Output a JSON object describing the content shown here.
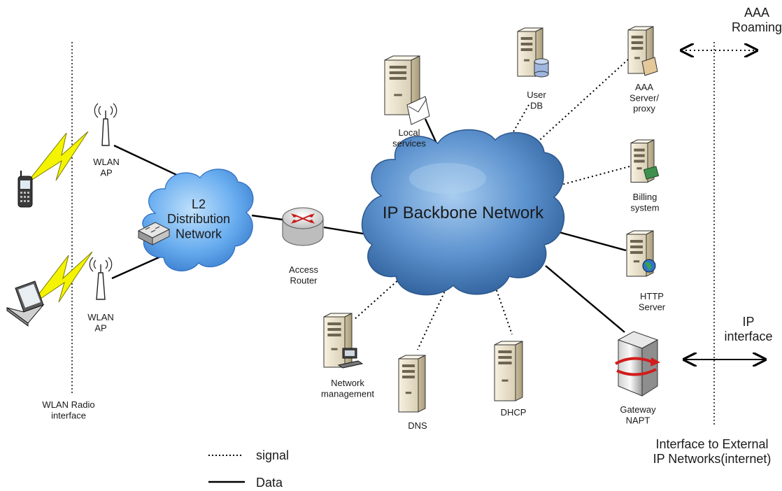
{
  "nodes": {
    "wlan_ap_top": "WLAN\nAP",
    "wlan_ap_bottom": "WLAN\nAP",
    "l2_network": "L2\nDistribution\nNetwork",
    "access_router": "Access\nRouter",
    "ip_backbone": "IP Backbone Network",
    "local_services": "Local\nservices",
    "user_db": "User\nDB",
    "aaa_server": "AAA\nServer/\nproxy",
    "billing_system": "Billing\nsystem",
    "http_server": "HTTP\nServer",
    "gateway": "Gateway\nNAPT",
    "dhcp": "DHCP",
    "dns": "DNS",
    "network_management": "Network\nmanagement"
  },
  "interfaces": {
    "wlan_radio": "WLAN Radio\ninterface",
    "aaa_roaming": "AAA\nRoaming",
    "ip_interface": "IP\ninterface",
    "external": "Interface to External\nIP Networks(internet)"
  },
  "legend": {
    "signal": "signal",
    "data": "Data"
  },
  "colors": {
    "cloud": "#4f86c6",
    "cloud_highlight": "#9cc3ea",
    "server_body": "#efe6cf",
    "lightning": "#f4f400"
  }
}
